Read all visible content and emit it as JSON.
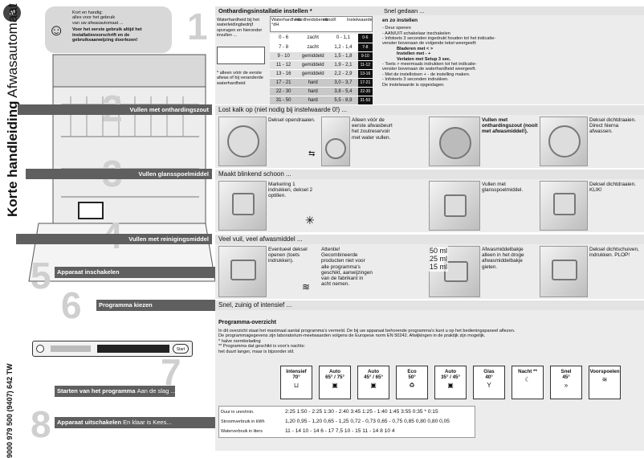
{
  "lang_badge": "nl",
  "vertical_title": {
    "bold": "Korte handleiding",
    "light": "Afwasautomaat"
  },
  "tip": {
    "line1": "Kort en handig:",
    "line2": "alles voor het gebruik",
    "line3": "van uw afwasautomaat ...",
    "bold": "Voor het eerste gebruik altijd het installatievoorschrift en de gebruiksaanwijzing doorlezen!"
  },
  "doc_number": "9000 979 500 (9407) 642 TW",
  "steps": [
    {
      "num": "1",
      "title": "Onthardingsinstallatie instellen *",
      "sub": "Snel gedaan ..."
    },
    {
      "num": "2",
      "title": "Vullen met onthardingszout",
      "sub": "Lost kalk op (niet nodig bij instelwaarde 0!) ..."
    },
    {
      "num": "3",
      "title": "Vullen glansspoelmiddel",
      "sub": "Maakt blinkend schoon ..."
    },
    {
      "num": "4",
      "title": "Vullen met reinigingsmiddel",
      "sub": "Veel vuil, veel afwasmiddel ..."
    },
    {
      "num": "5",
      "title": "Apparaat inschakelen",
      "sub": ""
    },
    {
      "num": "6",
      "title": "Programma kiezen",
      "sub": "Snel, zuinig of intensief ..."
    },
    {
      "num": "7",
      "title": "Starten van het programma",
      "sub": "Aan de slag ..."
    },
    {
      "num": "8",
      "title": "Apparaat uitschakelen",
      "sub": "En klaar is Kees..."
    }
  ],
  "step1": {
    "left_text": "Waterhardheid bij het waterleidingbedrijf opvragen en hieronder invullen ...",
    "note": "* alleen vóór de eerste afwas of bij veranderde waterhardheid",
    "table_headers": [
      "Waterhardheid °dH",
      "Hardheidsbereik",
      "mmol/l",
      "Instelwaarde"
    ],
    "table_rows": [
      [
        "0 - 6",
        "zacht",
        "0 - 1,1",
        "0-6"
      ],
      [
        "7 - 8",
        "zacht",
        "1,2 - 1,4",
        "7-8"
      ],
      [
        "9 - 10",
        "gemiddeld",
        "1,5 - 1,8",
        "9-10"
      ],
      [
        "11 - 12",
        "gemiddeld",
        "1,9 - 2,1",
        "11-12"
      ],
      [
        "13 - 16",
        "gemiddeld",
        "2,2 - 2,9",
        "13-16"
      ],
      [
        "17 - 21",
        "hard",
        "3,0 - 3,7",
        "17-21"
      ],
      [
        "22 - 30",
        "hard",
        "3,8 - 5,4",
        "22-30"
      ],
      [
        "31 - 50",
        "hard",
        "5,5 - 8,9",
        "31-50"
      ]
    ],
    "instr_title": "en zo instellen",
    "instr_lines": [
      "- Deur openen",
      "- AAN/UIT-schakelaar inschakelen",
      "- Infotoets 3 seconden ingedrukt houden tot het indicatie-",
      "  venster bovenaan de volgende tekst weergeeft:",
      "Bladeren met < >",
      "Instellen met - +",
      "Verlaten met Setup 3 sec.",
      "- Toets > meermaals indrukken tot het indicatie-",
      "  venster bovenaan de waterhardheid weergeeft.",
      "- Met de instellotsen + - de instelling maken.",
      "- Infotoets 3 seconden indrukken.",
      "De instelwaarde is opgeslagen."
    ]
  },
  "step2_caps": [
    "Deksel opendraaien.",
    "Alleen vóór de eerste afwasbeurt het zoutreservoir met water vullen.",
    "Vullen met onthardingszout (nooit met afwasmiddel!).",
    "Deksel dichtdraaien. Direct hierna afwassen."
  ],
  "step3_caps": [
    "Markering 1 indrukken, deksel 2 optillen.",
    "Vullen met glansspoelmiddel.",
    "Deksel dichtdraaien. KLIK!"
  ],
  "step4_caps": [
    "Eventueel deksel openen (toets indrukken).",
    "Attentie! Gecombineerde producten niet voor alle programma's geschikt, aanwijzingen van de fabrikant in acht nemen.",
    "Afwasmiddelbakje alleen in het droge afwasmiddelbakje gieten.",
    "Deksel dichtschuiven, indrukken. PLOP!"
  ],
  "step4_ml": [
    "50 ml",
    "25 ml",
    "15 ml"
  ],
  "panel_start_label": "Start",
  "overview": {
    "title": "Programma-overzicht",
    "lines": [
      "In dit overzicht staat het maximaal aantal programma's vermeld. De bij uw apparaat behorende programma's kunt u op het bedieningspaneel aflezen.",
      "De programmagegevens zijn laboratorium-meetwaarden volgens de Europese norm EN 50242. Afwijkingen in de praktijk zijn mogelijk.",
      "*  halve normbelading",
      "** Programma dat geschikt is voor's nachts:",
      "   het duurt langer, maar is bijzonder stil."
    ],
    "programs": [
      {
        "name": "Intensief",
        "temp": "70°",
        "icon": "pot-icon"
      },
      {
        "name": "Auto",
        "temp": "65° / 75°",
        "icon": "auto-icon"
      },
      {
        "name": "Auto",
        "temp": "45° / 65°",
        "icon": "auto-icon"
      },
      {
        "name": "Eco",
        "temp": "50°",
        "icon": "eco-icon"
      },
      {
        "name": "Auto",
        "temp": "35° / 45°",
        "icon": "auto-icon"
      },
      {
        "name": "Glas",
        "temp": "40°",
        "icon": "glass-icon"
      },
      {
        "name": "Nacht **",
        "temp": "",
        "icon": "night-icon"
      },
      {
        "name": "Snel",
        "temp": "45°",
        "icon": "quick-icon"
      },
      {
        "name": "Voorspoelen",
        "temp": "",
        "icon": "rinse-icon"
      }
    ],
    "rows": [
      {
        "label": "Duur in uren/min.",
        "values": "2:25 1:50 - 2:25 1:30 - 2:40 3:45 1:25 - 1:40 1:45 3:55 0:35 * 0:15"
      },
      {
        "label": "Stroomverbruik in kWh",
        "values": "1,20 0,95 - 1,20 0,65 - 1,25 0,72 - 0,73 0,65 - 0,75 0,85 0,80 0,80 0,05"
      },
      {
        "label": "Waterverbruik in liters",
        "values": "11 - 14 10 - 14 6 - 17 7,5 10 - 15 11 - 14 8 10 4"
      }
    ]
  }
}
